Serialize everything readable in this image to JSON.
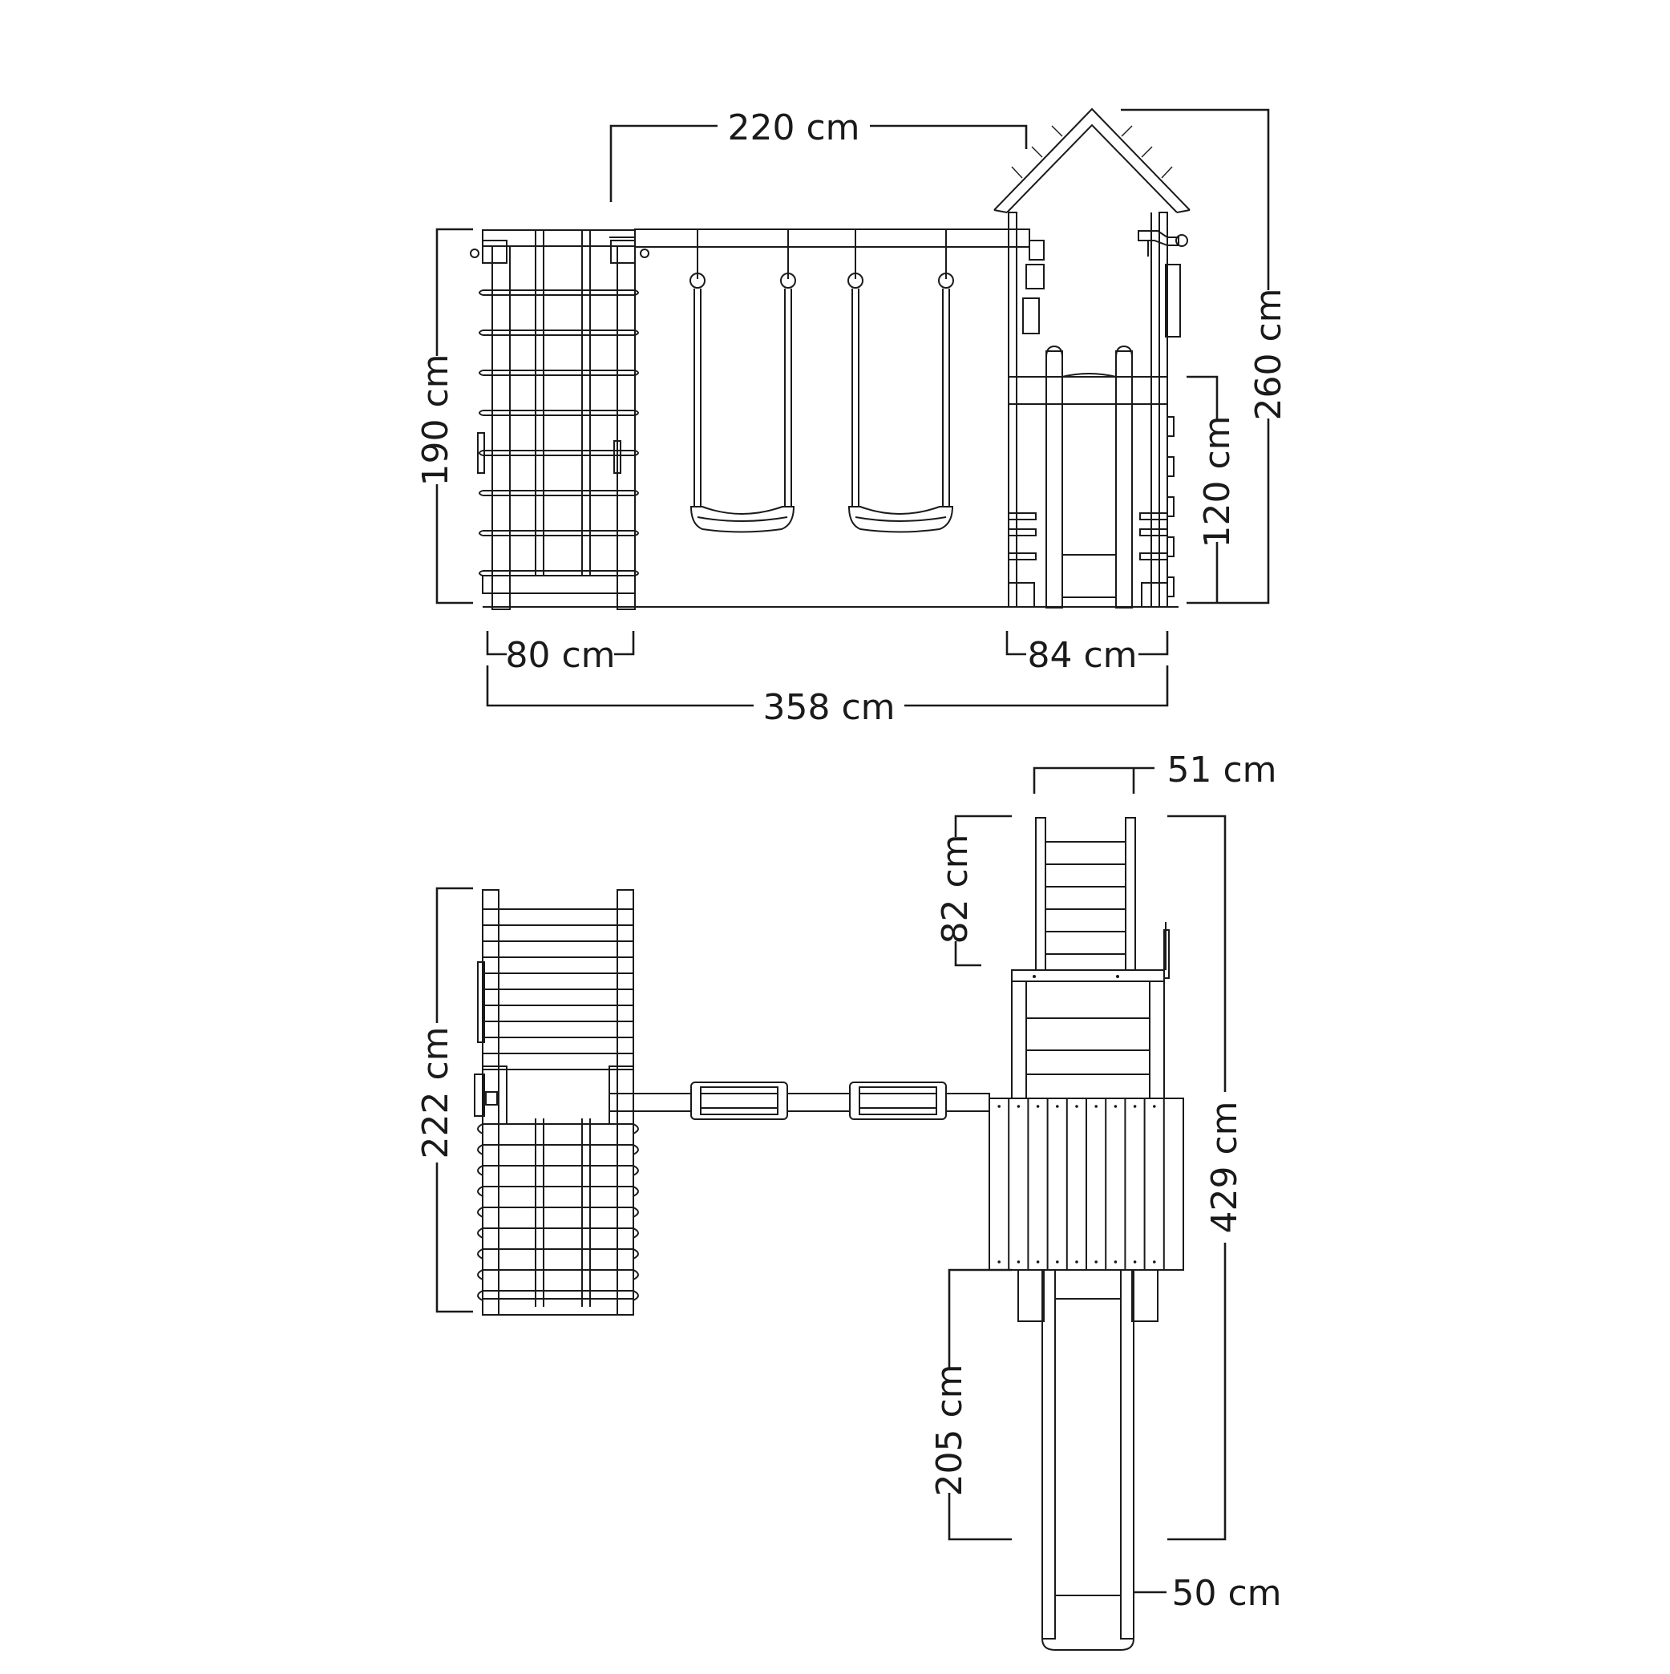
{
  "dimensions": {
    "front_top_width": "220 cm",
    "front_left_height": "190 cm",
    "front_total_height": "260 cm",
    "front_platform_height": "120 cm",
    "front_left_width": "80 cm",
    "front_right_width": "84 cm",
    "front_total_width": "358 cm",
    "top_ladder_width": "51 cm",
    "top_ladder_length": "82 cm",
    "top_left_length": "222 cm",
    "top_total_length": "429 cm",
    "top_slide_length": "205 cm",
    "top_slide_width": "50 cm"
  }
}
